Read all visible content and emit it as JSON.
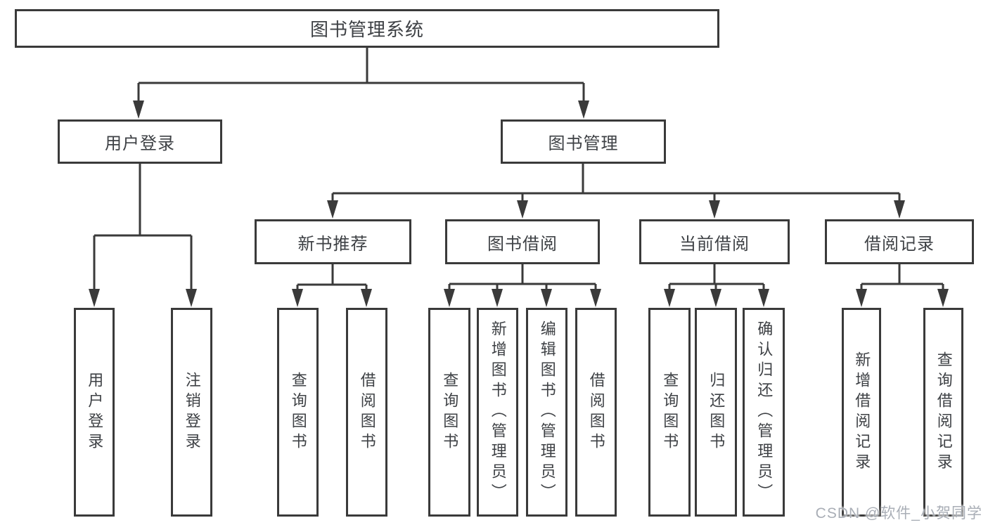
{
  "tree": {
    "root": {
      "label": "图书管理系统",
      "children": [
        {
          "label": "用户登录",
          "children": [
            {
              "label": "用户登录"
            },
            {
              "label": "注销登录"
            }
          ]
        },
        {
          "label": "图书管理",
          "children": [
            {
              "label": "新书推荐",
              "children": [
                {
                  "label": "查询图书"
                },
                {
                  "label": "借阅图书"
                }
              ]
            },
            {
              "label": "图书借阅",
              "children": [
                {
                  "label": "查询图书"
                },
                {
                  "label": "新增图书（管理员）"
                },
                {
                  "label": "编辑图书（管理员）"
                },
                {
                  "label": "借阅图书"
                }
              ]
            },
            {
              "label": "当前借阅",
              "children": [
                {
                  "label": "查询图书"
                },
                {
                  "label": "归还图书"
                },
                {
                  "label": "确认归还（管理员）"
                }
              ]
            },
            {
              "label": "借阅记录",
              "children": [
                {
                  "label": "新增借阅记录"
                },
                {
                  "label": "查询借阅记录"
                }
              ]
            }
          ]
        }
      ]
    }
  },
  "watermark": {
    "text": "CSDN @软件_小贺同学"
  },
  "colors": {
    "line": "#3a3a3a",
    "text": "#3e4145",
    "watermark": "#a9aeb6",
    "background": "#ffffff"
  }
}
